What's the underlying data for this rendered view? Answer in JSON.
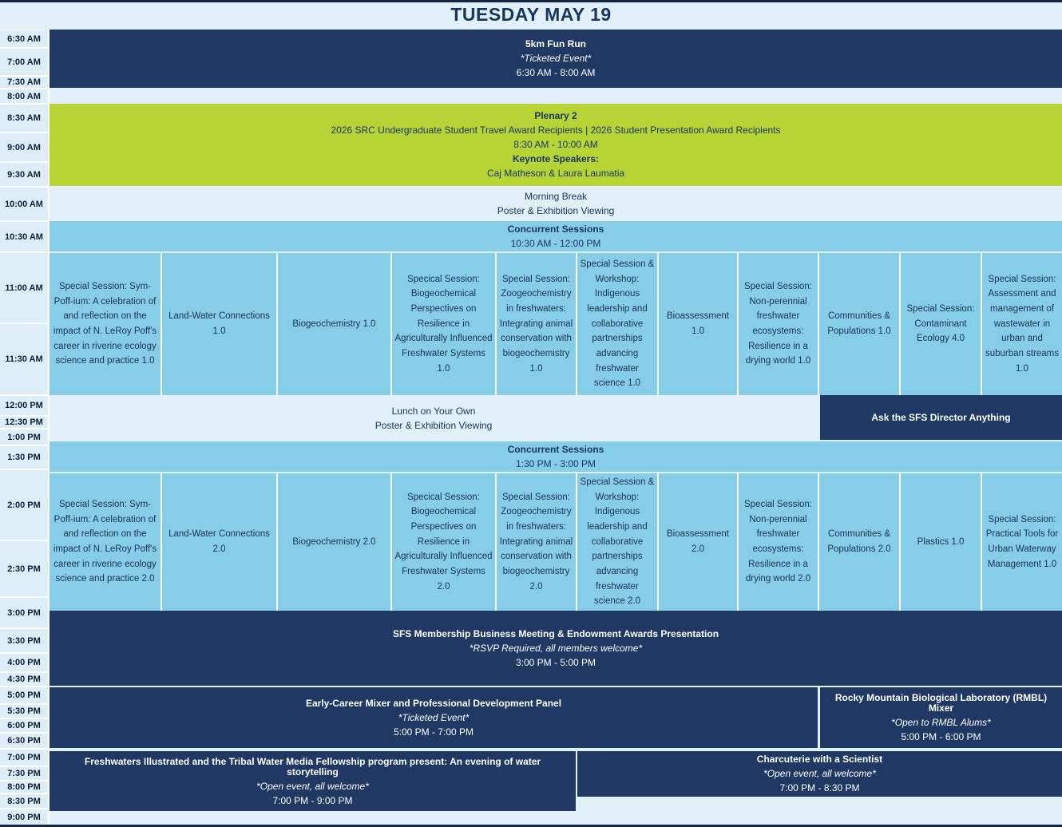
{
  "title": "TUESDAY MAY 19",
  "colors": {
    "navy": "#203864",
    "green": "#b6d434",
    "session_blue": "#85cde9",
    "page_background": "#e1f0f9",
    "dark_text": "#17355e",
    "white_text": "#ffffff"
  },
  "time_column": {
    "slots": [
      {
        "label": "6:30 AM"
      },
      {
        "label": "7:00 AM"
      },
      {
        "label": "7:30 AM"
      },
      {
        "label": "8:00 AM"
      },
      {
        "label": "8:30 AM"
      },
      {
        "label": "9:00 AM"
      },
      {
        "label": "9:30 AM"
      },
      {
        "label": "10:00 AM"
      },
      {
        "label": "10:30 AM"
      },
      {
        "label": "11:00 AM"
      },
      {
        "label": "11:30 AM"
      },
      {
        "label": "12:00 PM"
      },
      {
        "label": "12:30 PM"
      },
      {
        "label": "1:00 PM"
      },
      {
        "label": "1:30 PM"
      },
      {
        "label": "2:00 PM"
      },
      {
        "label": "2:30 PM"
      },
      {
        "label": "3:00 PM"
      },
      {
        "label": "3:30 PM"
      },
      {
        "label": "4:00 PM"
      },
      {
        "label": "4:30 PM"
      },
      {
        "label": "5:00 PM"
      },
      {
        "label": "5:30 PM"
      },
      {
        "label": "6:00 PM"
      },
      {
        "label": "6:30 PM"
      },
      {
        "label": "7:00 PM"
      },
      {
        "label": "7:30 PM"
      },
      {
        "label": "8:00 PM"
      },
      {
        "label": "8:30 PM"
      },
      {
        "label": "9:00 PM"
      }
    ]
  },
  "blocks": [
    {
      "name": "event-5km-fun-run",
      "lines": [
        {
          "text": "5km Fun Run",
          "style": "bold"
        },
        {
          "text": "*Ticketed Event*",
          "style": "italic"
        },
        {
          "text": "6:30 AM - 8:00 AM",
          "style": "plain"
        }
      ]
    },
    {
      "name": "event-plenary-2",
      "lines": [
        {
          "text": "Plenary 2",
          "style": "bold"
        },
        {
          "text": "2026 SRC Undergraduate Student Travel Award Recipients | 2026 Student Presentation Award Recipients",
          "style": "plain"
        },
        {
          "text": "8:30 AM - 10:00 AM",
          "style": "plain"
        },
        {
          "text": "Keynote Speakers:",
          "style": "bold"
        },
        {
          "text": "Caj Matheson & Laura Laumatia",
          "style": "plain"
        }
      ]
    },
    {
      "name": "event-morning-break",
      "lines": [
        {
          "text": "Morning Break",
          "style": "plain"
        },
        {
          "text": "Poster & Exhibition Viewing",
          "style": "plain"
        }
      ]
    },
    {
      "name": "concurrent-sessions-1-header",
      "lines": [
        {
          "text": "Concurrent Sessions",
          "style": "bold"
        },
        {
          "text": "10:30 AM - 12:00 PM",
          "style": "plain"
        }
      ]
    },
    {
      "name": "event-lunch-on-your-own",
      "lines": [
        {
          "text": "Lunch on Your Own",
          "style": "plain"
        },
        {
          "text": "Poster & Exhibition Viewing",
          "style": "plain"
        }
      ]
    },
    {
      "name": "event-ask-the-sfs-director-anything",
      "lines": [
        {
          "text": "Ask the SFS Director Anything",
          "style": "bold"
        }
      ]
    },
    {
      "name": "concurrent-sessions-2-header",
      "lines": [
        {
          "text": "Concurrent Sessions",
          "style": "bold"
        },
        {
          "text": "1:30 PM - 3:00 PM",
          "style": "plain"
        }
      ]
    },
    {
      "name": "event-sfs-membership-business-meeting",
      "lines": [
        {
          "text": "SFS Membership Business Meeting & Endowment Awards Presentation",
          "style": "bold"
        },
        {
          "text": "*RSVP Required, all members welcome*",
          "style": "italic"
        },
        {
          "text": "3:00 PM - 5:00 PM",
          "style": "plain"
        }
      ]
    },
    {
      "name": "event-early-career-mixer",
      "lines": [
        {
          "text": "Early-Career Mixer and Professional Development Panel",
          "style": "bold"
        },
        {
          "text": "*Ticketed  Event*",
          "style": "italic"
        },
        {
          "text": "5:00 PM - 7:00 PM",
          "style": "plain"
        }
      ]
    },
    {
      "name": "event-rmbl-mixer",
      "lines": [
        {
          "text": "Rocky Mountain Biological Laboratory (RMBL) Mixer",
          "style": "bold"
        },
        {
          "text": "*Open to RMBL Alums*",
          "style": "italic"
        },
        {
          "text": "5:00 PM - 6:00 PM",
          "style": "plain"
        }
      ]
    },
    {
      "name": "event-water-storytelling",
      "lines": [
        {
          "text": "Freshwaters Illustrated and the Tribal Water Media Fellowship program present: An evening of water storytelling",
          "style": "bold"
        },
        {
          "text": "*Open event, all welcome*",
          "style": "italic"
        },
        {
          "text": "7:00 PM - 9:00 PM",
          "style": "plain"
        }
      ]
    },
    {
      "name": "event-charcuterie-with-a-scientist",
      "lines": [
        {
          "text": "Charcuterie with a Scientist",
          "style": "bold"
        },
        {
          "text": "*Open event, all welcome*",
          "style": "italic"
        },
        {
          "text": "7:00 PM - 8:30 PM",
          "style": "plain"
        }
      ]
    }
  ],
  "grids": [
    {
      "name": "session-grid-morning",
      "cells": [
        "Special Session: Sym-Poff-ium: A celebration of and reflection on the impact of N. LeRoy Poff's career in riverine ecology science and practice 1.0",
        "Land-Water Connections 1.0",
        "Biogeochemistry 1.0",
        "Specical Session: Biogeochemical Perspectives on Resilience in Agriculturally Influenced Freshwater Systems 1.0",
        "Special Session: Zoogeochemistry in freshwaters: Integrating animal conservation with biogeochemistry 1.0",
        "Special Session & Workshop: Indigenous leadership and collaborative partnerships advancing freshwater science 1.0",
        "Bioassessment 1.0",
        "Special Session: Non-perennial freshwater ecosystems: Resilience in a drying world 1.0",
        "Communities & Populations 1.0",
        "Special Session: Contaminant Ecology 4.0",
        "Special Session: Assessment and management of wastewater in urban and suburban streams 1.0"
      ]
    },
    {
      "name": "session-grid-afternoon",
      "cells": [
        "Special Session: Sym-Poff-ium: A celebration of and reflection on the impact of N. LeRoy Poff's career in riverine ecology science and practice 2.0",
        "Land-Water Connections 2.0",
        "Biogeochemistry 2.0",
        "Specical Session: Biogeochemical Perspectives on Resilience in Agriculturally Influenced Freshwater Systems 2.0",
        "Special Session: Zoogeochemistry in freshwaters: Integrating animal conservation with biogeochemistry 2.0",
        "Special Session & Workshop: Indigenous leadership and collaborative partnerships advancing freshwater science 2.0",
        "Bioassessment 2.0",
        "Special Session: Non-perennial freshwater ecosystems: Resilience in a drying world 2.0",
        "Communities & Populations 2.0",
        "Plastics 1.0",
        "Special Session: Practical Tools for Urban Waterway Management 1.0"
      ]
    }
  ]
}
